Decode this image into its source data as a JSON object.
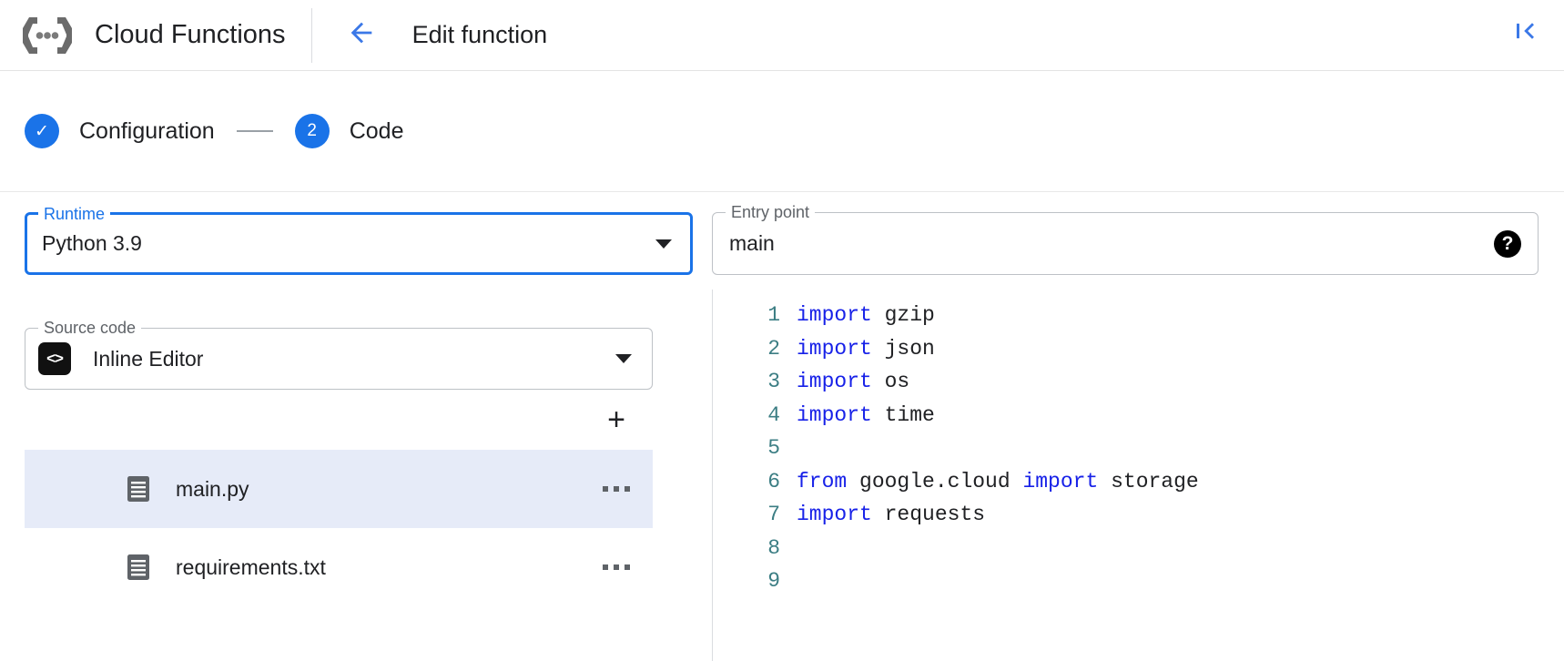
{
  "header": {
    "logo_icon": "cloud-functions-logo",
    "brand_title": "Cloud Functions",
    "back_icon": "arrow-left-icon",
    "page_title": "Edit function",
    "collapse_icon": "collapse-panel-icon"
  },
  "stepper": {
    "steps": [
      {
        "marker": "✓",
        "label": "Configuration",
        "state": "completed"
      },
      {
        "marker": "2",
        "label": "Code",
        "state": "active"
      }
    ],
    "connector": "—"
  },
  "form": {
    "runtime": {
      "legend": "Runtime",
      "value": "Python 3.9",
      "focused": true,
      "caret_icon": "chevron-down-icon",
      "help_icon": "help-circle-icon",
      "help_glyph": "?"
    },
    "entry_point": {
      "legend": "Entry point",
      "value": "main",
      "help_icon": "help-circle-icon",
      "help_glyph": "?"
    },
    "source_code": {
      "legend": "Source code",
      "value": "Inline Editor",
      "badge_icon": "code-brackets-icon",
      "badge_glyph": "<>",
      "caret_icon": "chevron-down-icon"
    }
  },
  "files": {
    "add_label": "+",
    "add_icon": "add-file-icon",
    "items": [
      {
        "name": "main.py",
        "icon": "file-icon",
        "selected": true,
        "menu_icon": "more-options-icon"
      },
      {
        "name": "requirements.txt",
        "icon": "file-icon",
        "selected": false,
        "menu_icon": "more-options-icon"
      }
    ]
  },
  "editor": {
    "lines": [
      {
        "n": "1",
        "tokens": [
          {
            "t": "import",
            "k": true
          },
          {
            "t": " gzip",
            "k": false
          }
        ]
      },
      {
        "n": "2",
        "tokens": [
          {
            "t": "import",
            "k": true
          },
          {
            "t": " json",
            "k": false
          }
        ]
      },
      {
        "n": "3",
        "tokens": [
          {
            "t": "import",
            "k": true
          },
          {
            "t": " os",
            "k": false
          }
        ]
      },
      {
        "n": "4",
        "tokens": [
          {
            "t": "import",
            "k": true
          },
          {
            "t": " time",
            "k": false
          }
        ]
      },
      {
        "n": "5",
        "tokens": []
      },
      {
        "n": "6",
        "tokens": [
          {
            "t": "from",
            "k": true
          },
          {
            "t": " google.cloud ",
            "k": false
          },
          {
            "t": "import",
            "k": true
          },
          {
            "t": " storage",
            "k": false
          }
        ]
      },
      {
        "n": "7",
        "tokens": [
          {
            "t": "import",
            "k": true
          },
          {
            "t": " requests",
            "k": false
          }
        ]
      },
      {
        "n": "8",
        "tokens": []
      },
      {
        "n": "9",
        "tokens": []
      }
    ]
  },
  "colors": {
    "accent": "#1a73e8",
    "selected_row": "#e6ebf8",
    "keyword": "#1721e8",
    "line_number": "#3c7e84",
    "border": "#bdc1c6"
  }
}
